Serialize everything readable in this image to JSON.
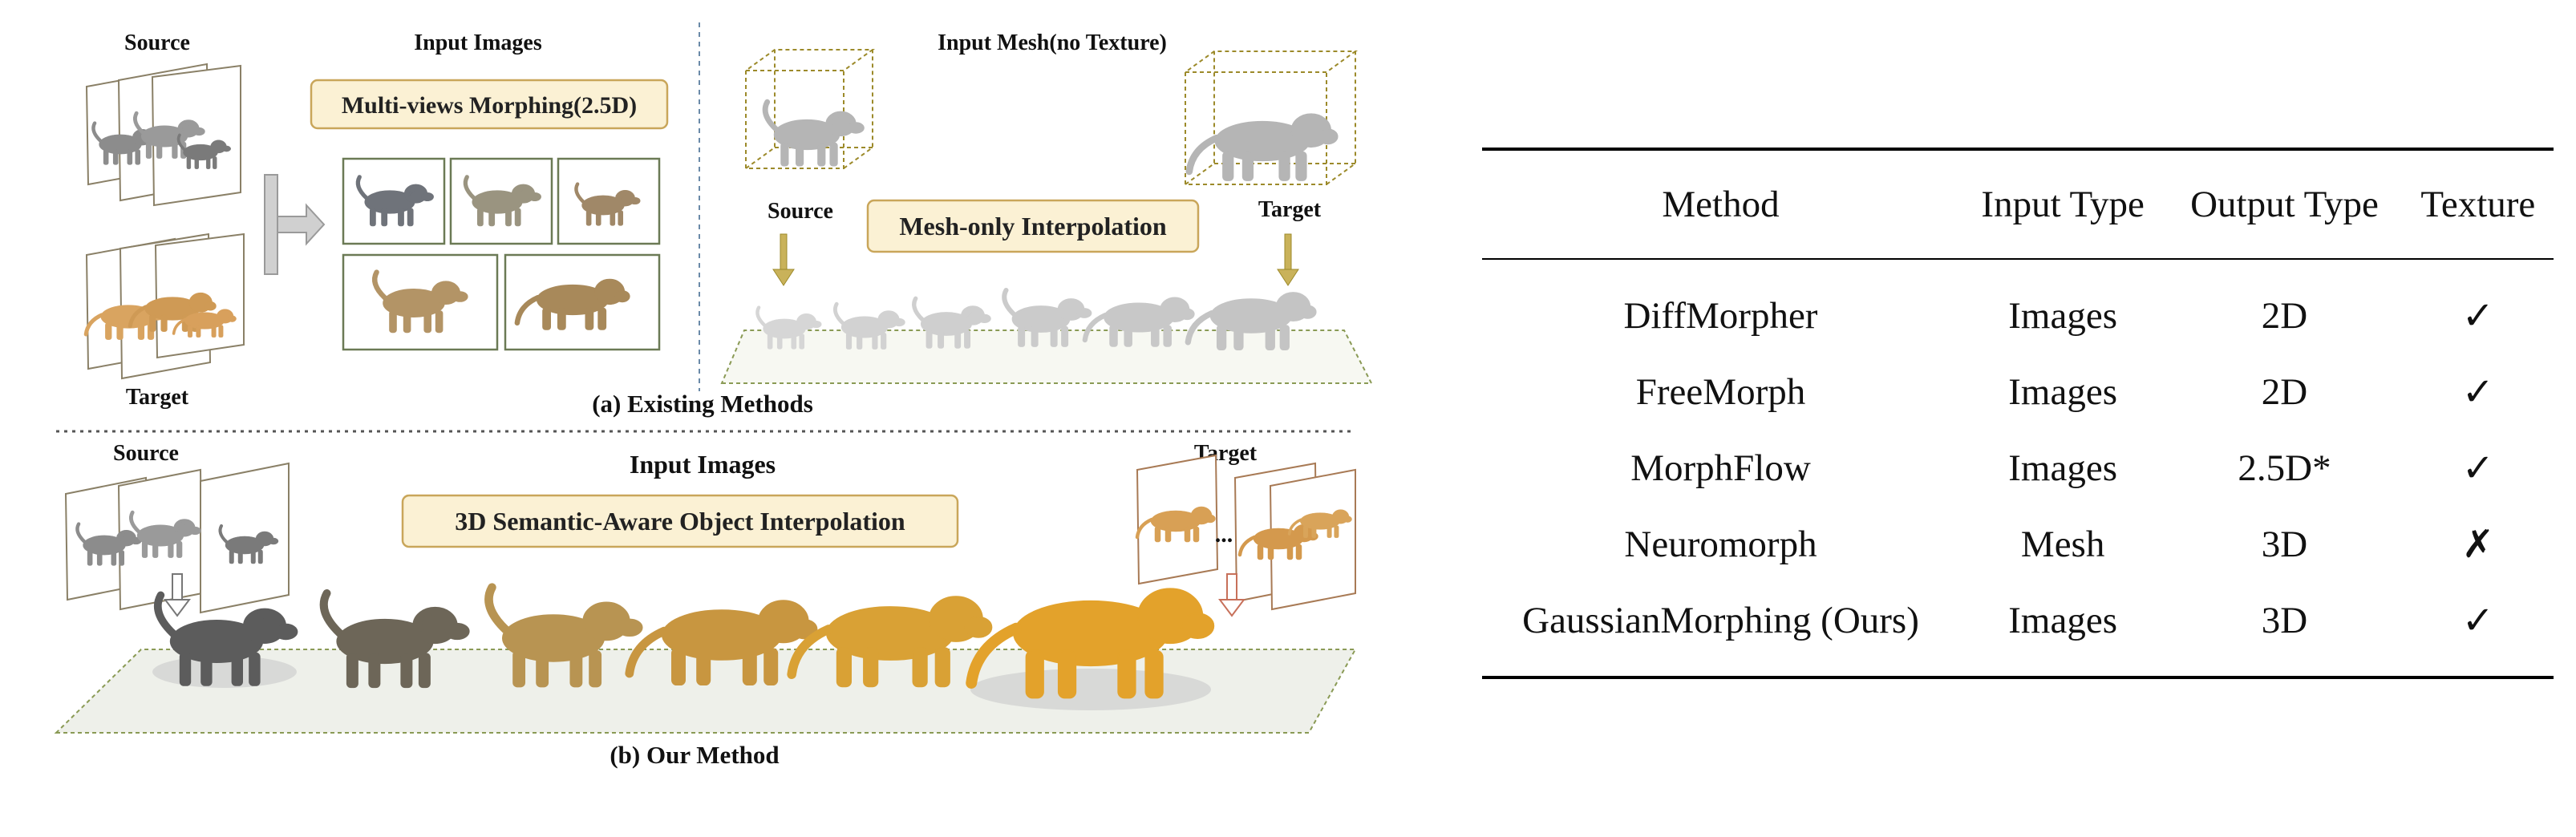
{
  "figure": {
    "existing": {
      "source_label": "Source",
      "target_label": "Target",
      "input_images_label": "Input Images",
      "multiview_box": "Multi-views Morphing(2.5D)",
      "input_mesh_label": "Input Mesh(no Texture)",
      "mesh_source_label": "Source",
      "mesh_target_label": "Target",
      "mesh_box": "Mesh-only Interpolation",
      "caption": "(a) Existing Methods"
    },
    "ours": {
      "source_label": "Source",
      "target_label": "Target",
      "input_images_label": "Input Images",
      "box": "3D Semantic-Aware Object Interpolation",
      "ellipsis": "...",
      "caption": "(b) Our Method"
    },
    "colors": {
      "panel_border": "#6b7a55",
      "label_box_fill": "#fbf1d4",
      "label_box_border": "#c9a65a",
      "gray_dog": "#7d7d7d",
      "gold_tiger": "#e3a22b",
      "mesh_gray": "#cfcfcf"
    }
  },
  "table": {
    "headers": [
      "Method",
      "Input Type",
      "Output Type",
      "Texture"
    ],
    "rows": [
      {
        "method": "DiffMorpher",
        "input": "Images",
        "output": "2D",
        "texture": "✓"
      },
      {
        "method": "FreeMorph",
        "input": "Images",
        "output": "2D",
        "texture": "✓"
      },
      {
        "method": "MorphFlow",
        "input": "Images",
        "output": "2.5D*",
        "texture": "✓"
      },
      {
        "method": "Neuromorph",
        "input": "Mesh",
        "output": "3D",
        "texture": "✗"
      },
      {
        "method": "GaussianMorphing (Ours)",
        "input": "Images",
        "output": "3D",
        "texture": "✓"
      }
    ]
  }
}
